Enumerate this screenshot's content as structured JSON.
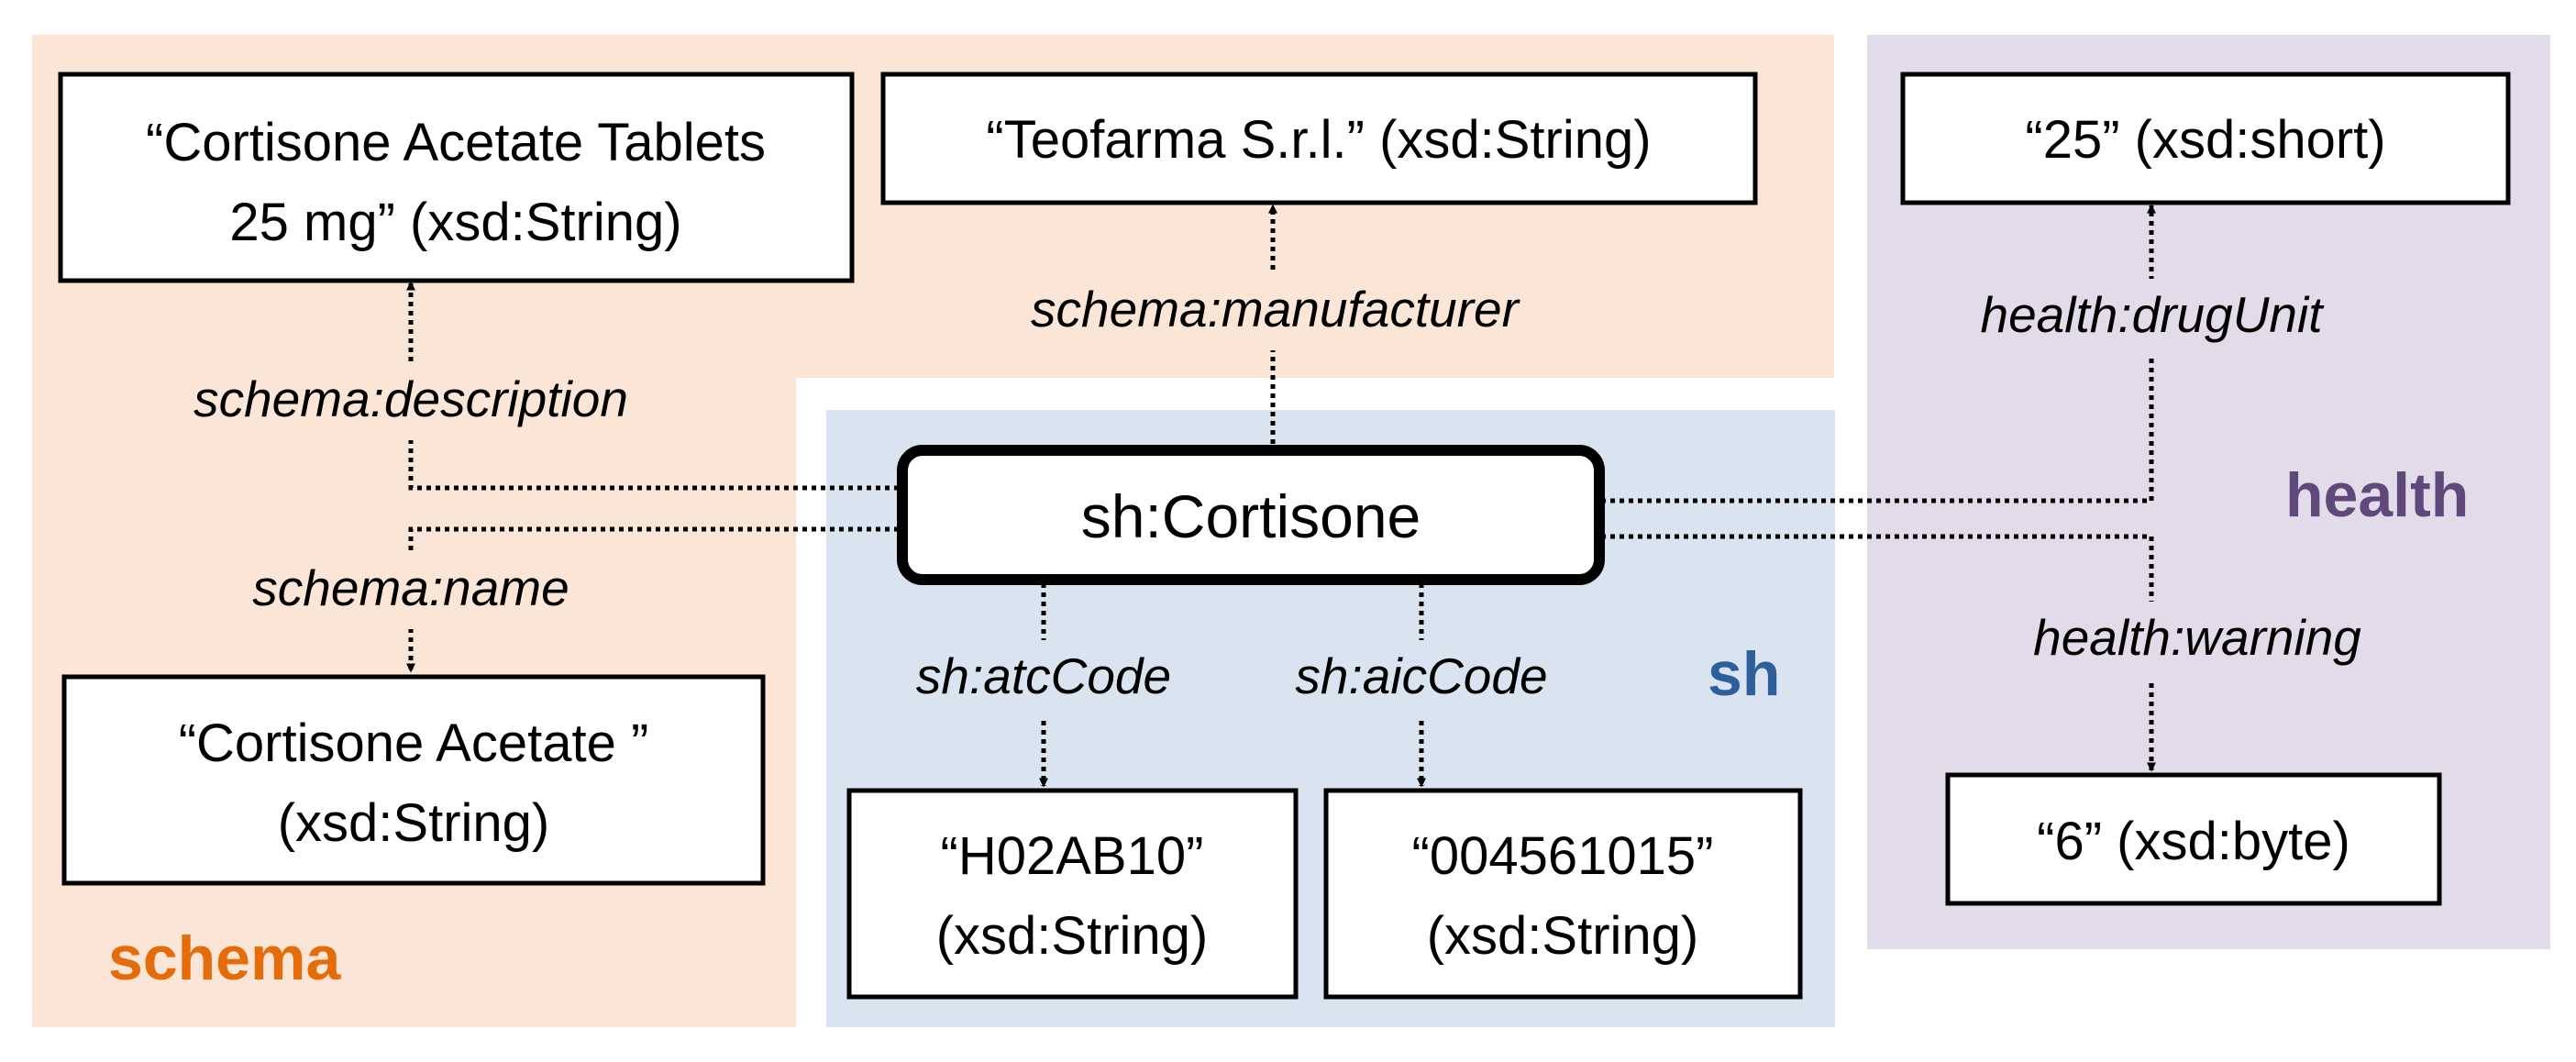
{
  "colors": {
    "schema_bg": "#fbe5d6",
    "sh_bg": "#dae3f0",
    "health_bg": "#e2dcea",
    "schema_label": "#e46c0a",
    "sh_label": "#2e5f9a",
    "health_label": "#60497a"
  },
  "regions": {
    "schema": "schema",
    "sh": "sh",
    "health": "health"
  },
  "center": {
    "label": "sh:Cortisone"
  },
  "nodes": {
    "description": {
      "line1": "“Cortisone Acetate Tablets",
      "line2": "25 mg” (xsd:String)"
    },
    "manufacturer": {
      "line1": "“Teofarma S.r.l.” (xsd:String)"
    },
    "drug_unit": {
      "line1": "“25” (xsd:short)"
    },
    "name": {
      "line1": "“Cortisone Acetate ”",
      "line2": "(xsd:String)"
    },
    "atc_code": {
      "line1": "“H02AB10”",
      "line2": "(xsd:String)"
    },
    "aic_code": {
      "line1": "“004561015”",
      "line2": "(xsd:String)"
    },
    "warning": {
      "line1": "“6” (xsd:byte)"
    }
  },
  "edges": {
    "description": "schema:description",
    "manufacturer": "schema:manufacturer",
    "name": "schema:name",
    "atc_code": "sh:atcCode",
    "aic_code": "sh:aicCode",
    "drug_unit": "health:drugUnit",
    "warning": "health:warning"
  }
}
